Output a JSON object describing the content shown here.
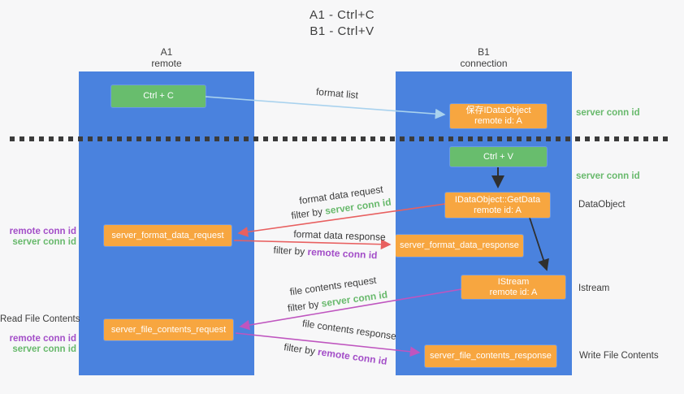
{
  "title": {
    "line1": "A1 - Ctrl+C",
    "line2": "B1 - Ctrl+V"
  },
  "columns": {
    "a": {
      "name": "A1",
      "subtitle": "remote"
    },
    "b": {
      "name": "B1",
      "subtitle": "connection"
    }
  },
  "nodes": {
    "ctrl_c": "Ctrl + C",
    "ctrl_v": "Ctrl + V",
    "save_idataobject": {
      "line1": "保存IDataObject",
      "line2": "remote id: A"
    },
    "getdata": {
      "line1": "IDataObject::GetData",
      "line2": "remote id: A"
    },
    "istream": {
      "line1": "IStream",
      "line2": "remote id: A"
    },
    "format_request": "server_format_data_request",
    "format_response": "server_format_data_response",
    "file_request": "server_file_contents_request",
    "file_response": "server_file_contents_response"
  },
  "arrow_labels": {
    "format_list": "format list",
    "format_data_request": "format data request",
    "format_data_response": "format data response",
    "file_contents_request": "file contents request",
    "file_contents_response": "file contents response",
    "filter_by": "filter by ",
    "server_conn_id": "server conn id",
    "remote_conn_id": "remote conn id"
  },
  "side_labels": {
    "right_server_conn_top": "server conn id",
    "right_server_conn_mid": "server conn id",
    "dataobject": "DataObject",
    "istream": "Istream",
    "write_file_contents": "Write File Contents",
    "left_remote_conn_top": "remote conn id",
    "left_server_conn_top": "server conn id",
    "read_file_contents": "Read File Contents",
    "left_remote_conn_bottom": "remote conn id",
    "left_server_conn_bottom": "server conn id"
  },
  "colors": {
    "lifeline_blue": "#4a82de",
    "node_green": "#68bd6d",
    "node_orange": "#f7a640",
    "arrow_blue": "#a9d2ee",
    "arrow_red": "#e86060",
    "arrow_magenta": "#bf55bf",
    "arrow_black": "#2f2f2f",
    "label_green": "#68b96c",
    "label_purple": "#a34ec8",
    "background": "#f7f7f8"
  }
}
